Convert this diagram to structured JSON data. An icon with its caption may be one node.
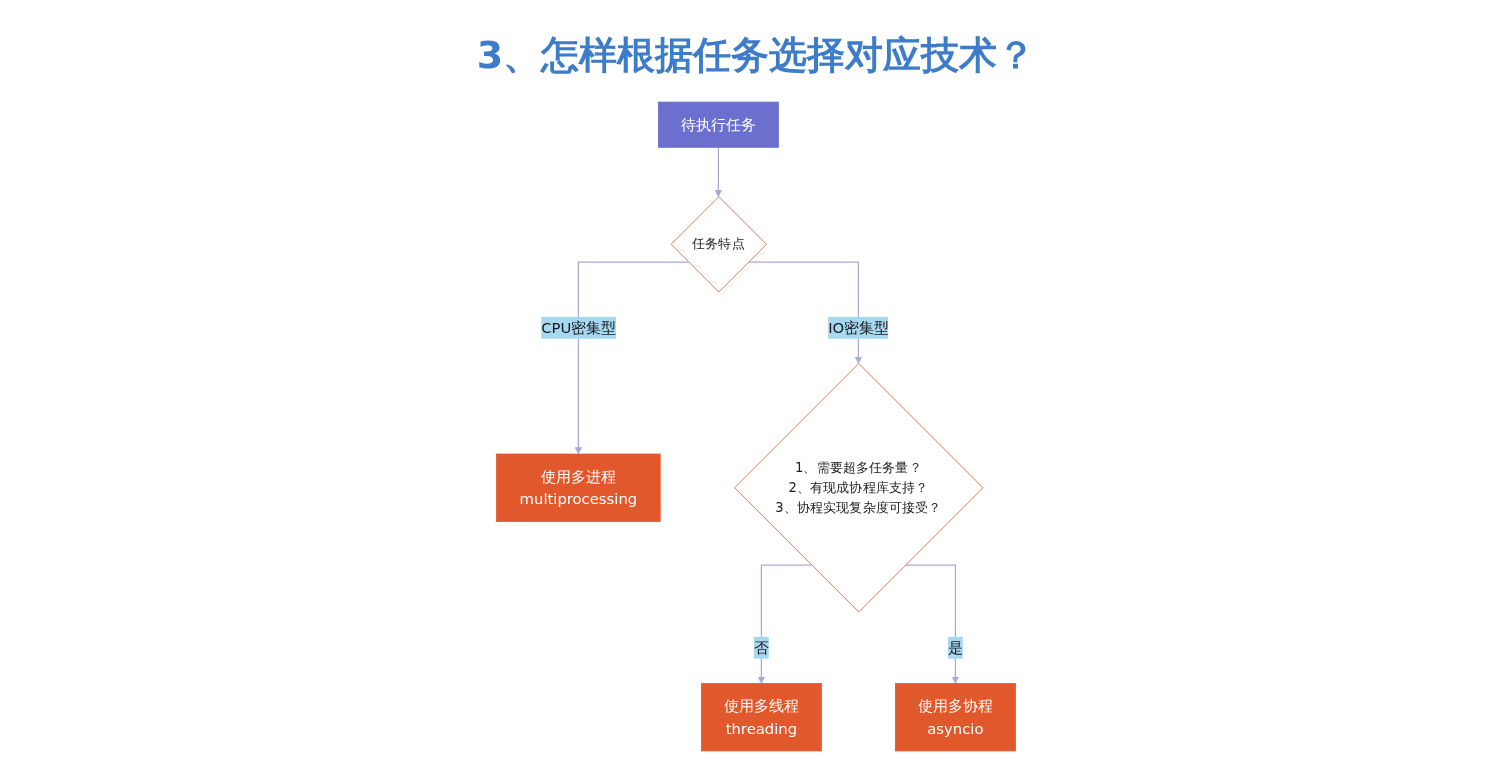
{
  "diagram": {
    "title": "3、怎样根据任务选择对应技术？",
    "nodes": [
      {
        "text": [
          "待执行任务"
        ]
      },
      {
        "text": [
          "任务特点"
        ]
      },
      {
        "text": [
          "1、需要超多任务量？",
          "2、有现成协程库支持？",
          "3、协程实现复杂度可接受？"
        ]
      },
      {
        "text": [
          "使用多进程",
          "multiprocessing"
        ]
      },
      {
        "text": [
          "使用多线程",
          "threading"
        ]
      },
      {
        "text": [
          "使用多协程",
          "asyncio"
        ]
      }
    ],
    "edges": [
      {
        "from": 0,
        "to": 1,
        "arrow": "to"
      },
      {
        "from": 1,
        "to": 3,
        "arrow": "to",
        "label": "CPU密集型"
      },
      {
        "from": 1,
        "to": 2,
        "arrow": "to",
        "label": "IO密集型"
      },
      {
        "from": 2,
        "to": 4,
        "arrow": "to",
        "label": "否"
      },
      {
        "from": 2,
        "to": 5,
        "arrow": "to",
        "label": "是"
      }
    ]
  }
}
